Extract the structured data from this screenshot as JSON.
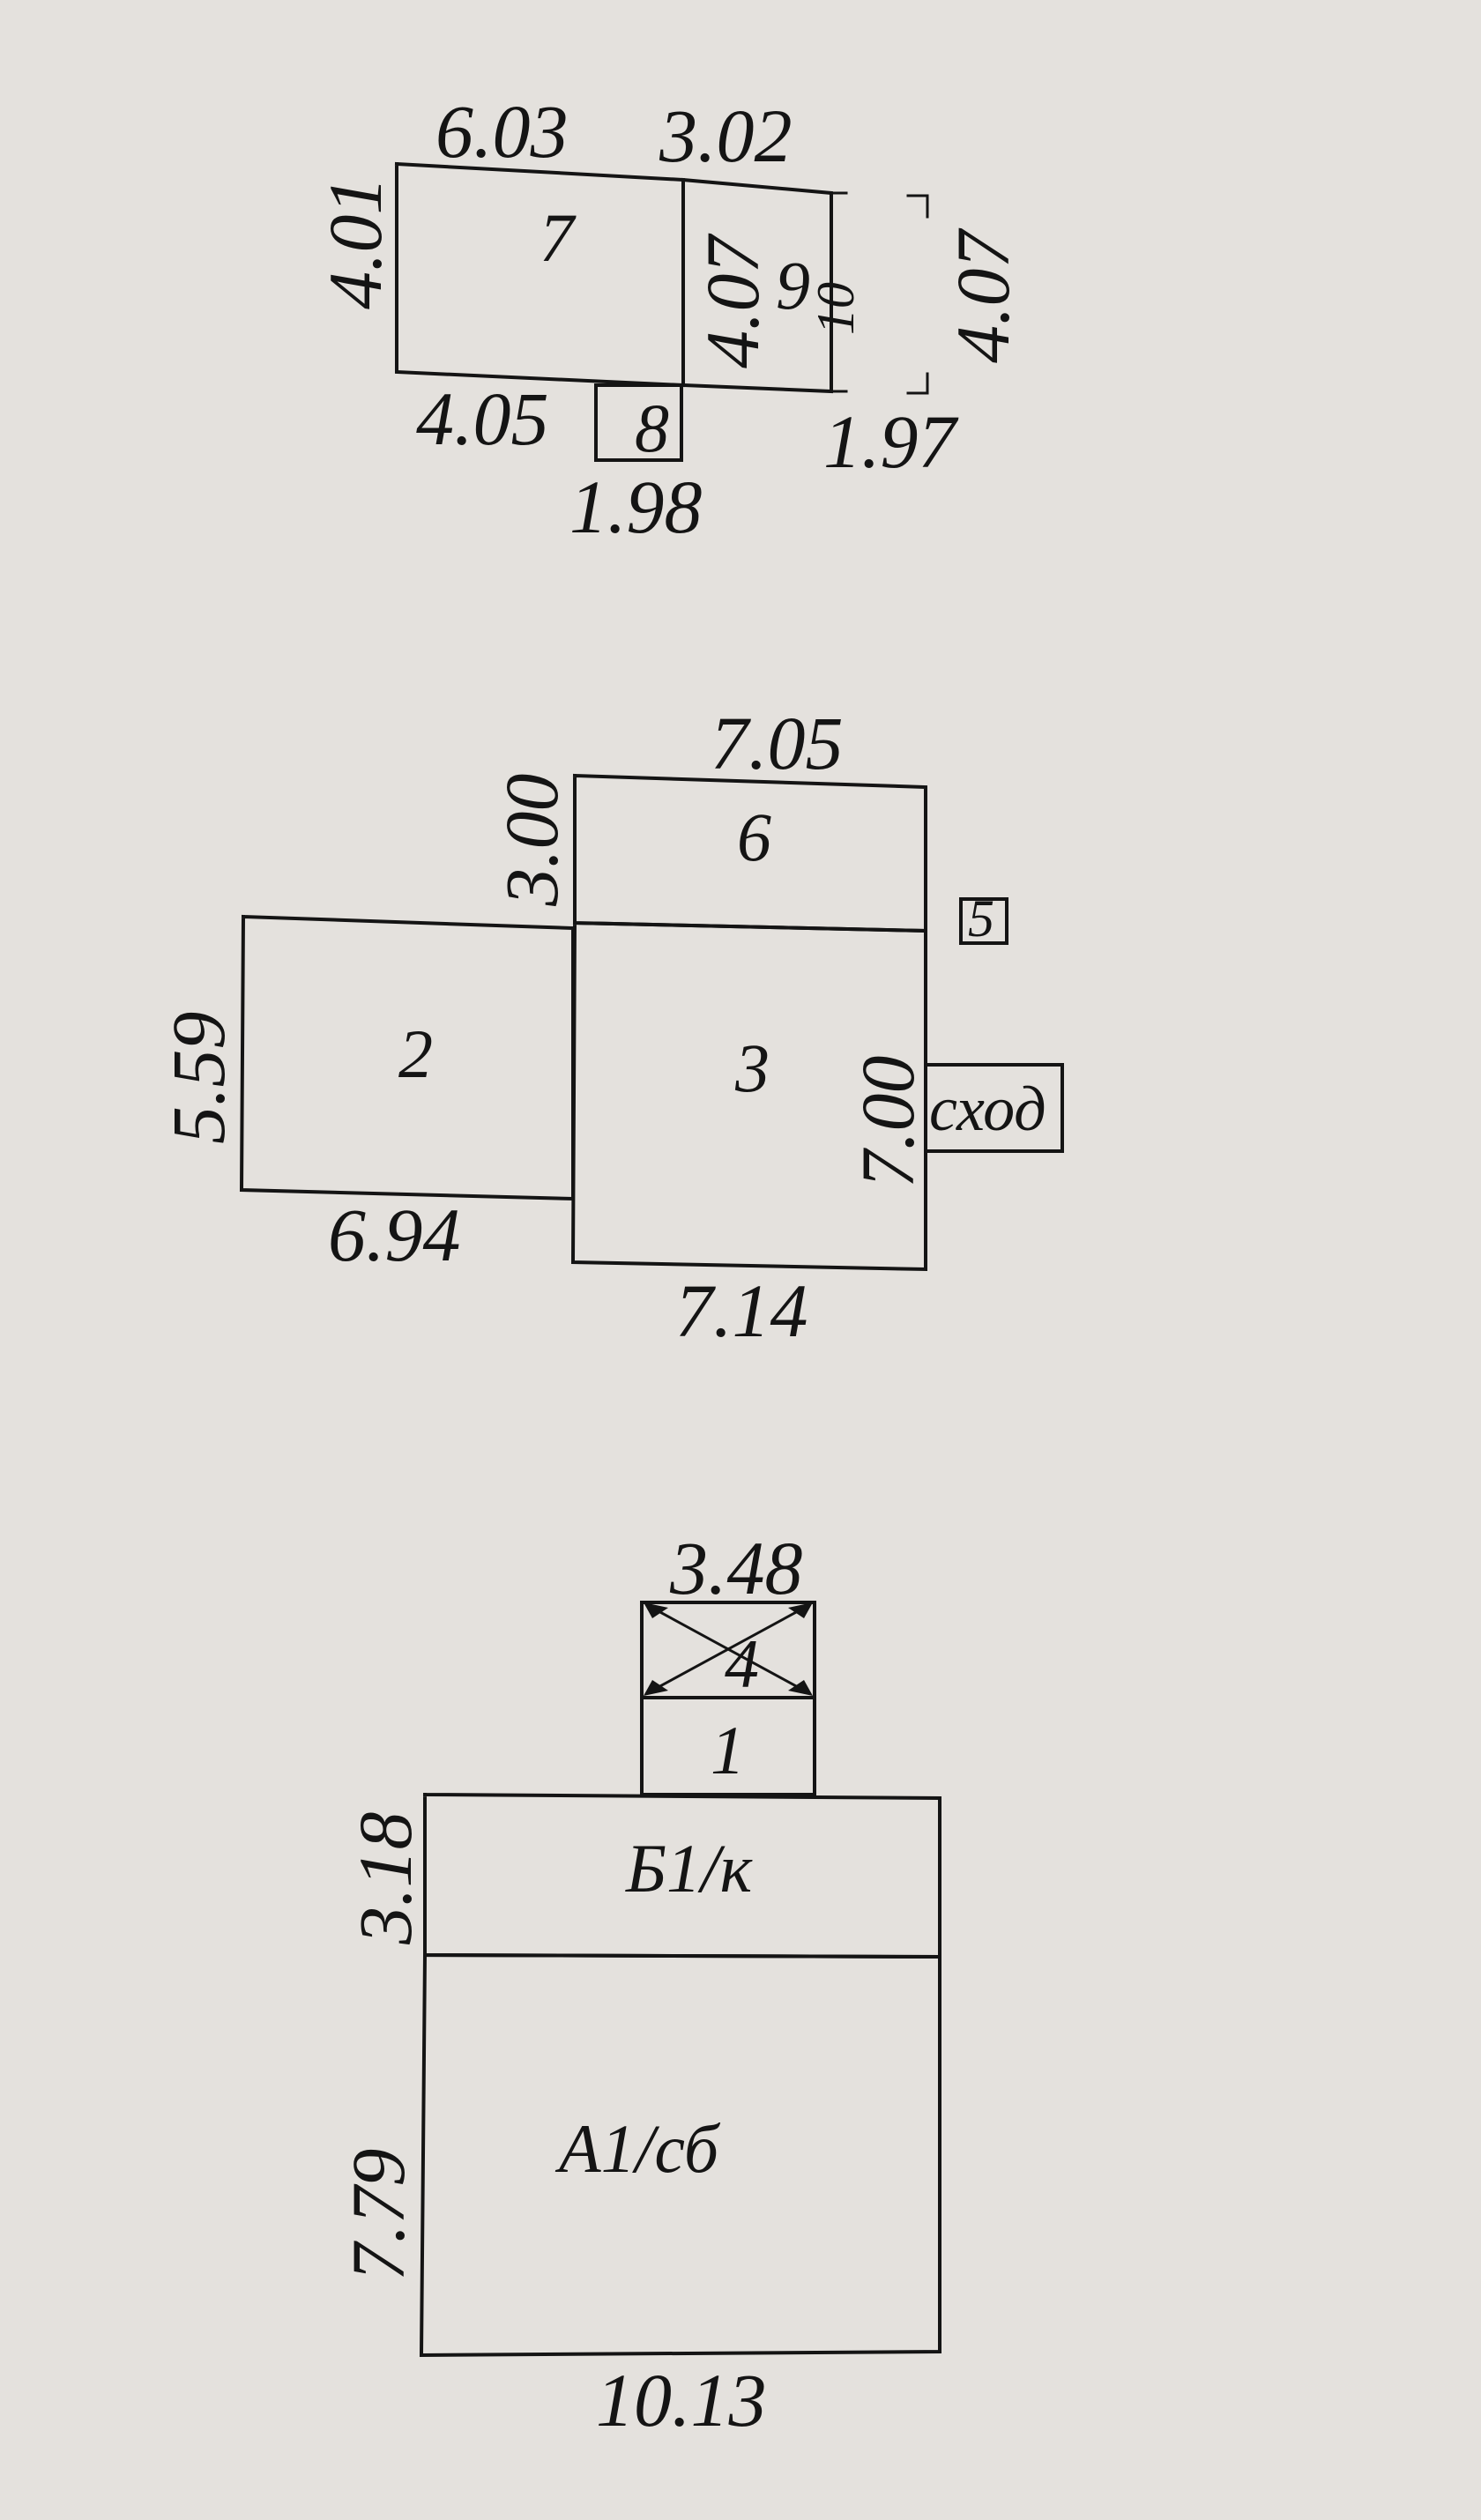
{
  "block_top": {
    "dims": {
      "top_left": "6.03",
      "top_right": "3.02",
      "left": "4.01",
      "mid_vertical": "4.07",
      "right_vertical": "4.07",
      "bottom_left": "4.05",
      "bottom_small": "1.98",
      "bottom_right": "1.97"
    },
    "rooms": {
      "r7": "7",
      "r8": "8",
      "r9": "9",
      "r10": "10"
    }
  },
  "block_middle": {
    "dims": {
      "top": "7.05",
      "upper_left": "3.00",
      "left_room_height": "5.59",
      "left_room_bottom": "6.94",
      "right_vertical": "7.00",
      "bottom": "7.14"
    },
    "rooms": {
      "r2": "2",
      "r3": "3",
      "r5": "5",
      "r6": "6",
      "exit": "сход"
    }
  },
  "block_bottom": {
    "dims": {
      "top": "3.48",
      "upper_left": "3.18",
      "lower_left": "7.79",
      "bottom": "10.13"
    },
    "rooms": {
      "r1": "1",
      "r4": "4",
      "b1k": "Б1/к",
      "a1sb": "А1/сб"
    }
  }
}
